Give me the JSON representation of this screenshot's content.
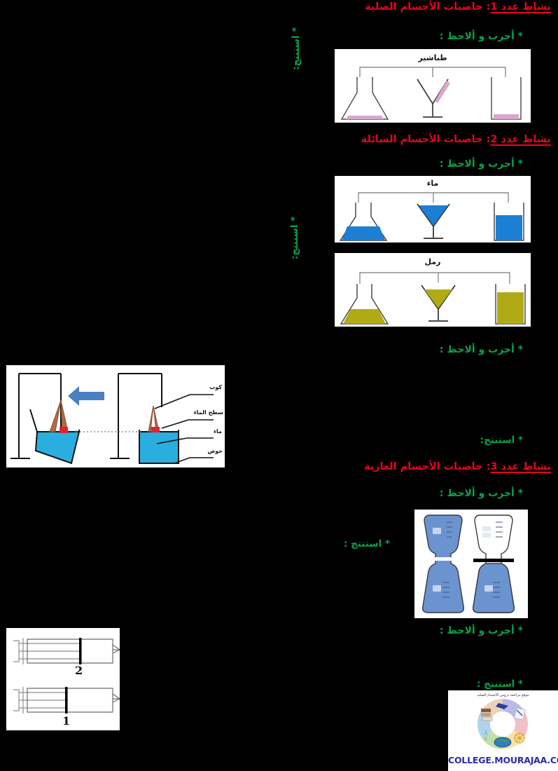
{
  "document": {
    "language": "ar",
    "background_color": "#000000",
    "title_color": "#e8041c",
    "prompt_color": "#07a44c"
  },
  "activities": [
    {
      "id": "activity-1",
      "title_prefix": "نشاط عدد 1",
      "title_rest": ": خاصيات الأجسام الصلبة",
      "observe_label": "* أجرب و ألاحظ :",
      "conclude_label": "* استنتج:"
    },
    {
      "id": "activity-2",
      "title_prefix": "نشاط عدد 2",
      "title_rest": ": خاصيات الأجسام السائلة",
      "observe_label": "* أجرب و ألاحظ :",
      "conclude_label": "* استنتج:"
    },
    {
      "id": "activity-3",
      "title_prefix": "نشاط عدد 3",
      "title_rest": ": خاصيات الأجسام الغازية",
      "observe_label": "* أجرب و ألاحظ :",
      "conclude_label": "* استنتج :"
    }
  ],
  "prompts": {
    "observe_2b": "* أجرب و ألاحظ :",
    "conclude_2b": "* استنتج:",
    "conclude_sand": "* استنتج:",
    "observe_3b": "* أجرب و ألاحظ :",
    "conclude_3b": "* استنتج :"
  },
  "figures": {
    "chalk": {
      "name": "chalk-containers-figure",
      "caption": "طباشير",
      "substance_color": "#d9a7cd",
      "containers": [
        "erlenmeyer-flask",
        "conical-funnel",
        "beaker"
      ]
    },
    "water": {
      "name": "water-containers-figure",
      "caption": "ماء",
      "substance_color": "#1c7fd4",
      "containers": [
        "erlenmeyer-flask",
        "conical-funnel",
        "beaker"
      ]
    },
    "sand": {
      "name": "sand-containers-figure",
      "caption": "رمل",
      "substance_color": "#b0ab14",
      "containers": [
        "erlenmeyer-flask",
        "conical-funnel",
        "beaker"
      ]
    },
    "tank": {
      "name": "water-surface-tilt-figure",
      "labels": [
        "كوب",
        "سطح الماء",
        "ماء",
        "حوض"
      ],
      "water_color": "#2aaee0",
      "arrow_color": "#4a7fc1"
    },
    "gas": {
      "name": "gas-diffusion-flasks-figure",
      "gas_color": "#6b93d0",
      "separator_color": "#000000"
    },
    "syringe": {
      "name": "syringe-compression-figure",
      "labels": [
        "2",
        "1"
      ]
    }
  },
  "logo": {
    "site": "COLLEGE.MOURAJAA.COM",
    "arc_text": "موقع مراجعة دروس الأجسام الصلبة",
    "segment_colors": [
      "#d8bfe0",
      "#f2c9cf",
      "#f6e6b0",
      "#cfe6b8",
      "#bcd9ef",
      "#e8d5c0"
    ],
    "text_color": "#2a2aa8"
  }
}
